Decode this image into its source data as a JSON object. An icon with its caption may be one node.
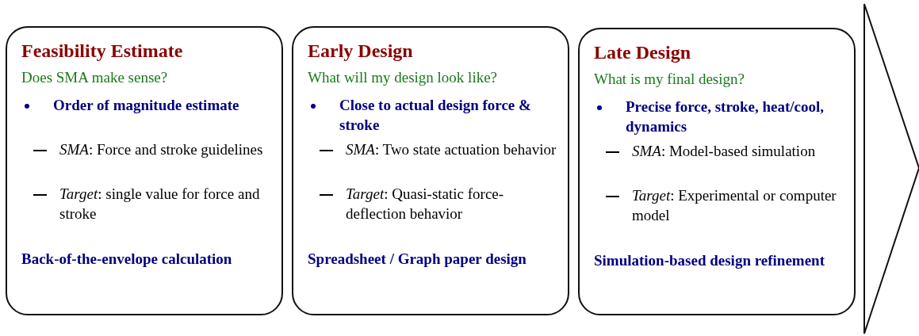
{
  "diagram": {
    "nodes": [
      {
        "text": [
          "Feasibility Estimate",
          "Does SMA make sense?",
          "Order of magnitude estimate",
          "*SMA*: Force and stroke guidelines",
          "*Target*: single value for force and stroke",
          "Back-of-the-envelope calculation"
        ]
      },
      {
        "text": [
          "Early Design",
          "What will my design look like?",
          "Close to actual design force & stroke",
          "*SMA*: Two state actuation behavior",
          "*Target*: Quasi-static force-deflection behavior",
          "Spreadsheet / Graph paper design"
        ]
      },
      {
        "text": [
          "Late Design",
          "What is my final design?",
          "Precise force, stroke, heat/cool, dynamics",
          "*SMA*: Model-based simulation",
          "*Target*: Experimental or computer model",
          "Simulation-based design refinement"
        ]
      }
    ]
  }
}
